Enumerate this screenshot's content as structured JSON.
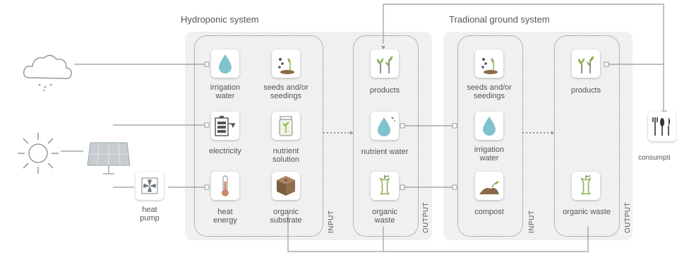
{
  "hydroponic": {
    "title": "Hydroponic system",
    "input_label": "INPUT",
    "output_label": "OUTPUT",
    "inputs": {
      "irrigation_water": "irrigation\nwater",
      "seeds": "seeds and/or\nseedings",
      "electricity": "electricity",
      "nutrient_solution": "nutrient\nsolution",
      "heat_energy": "heat\nenergy",
      "organic_substrate": "organic\nsubstrate"
    },
    "outputs": {
      "products": "products",
      "nutrient_water": "nutrient water",
      "organic_waste": "organic\nwaste"
    }
  },
  "traditional": {
    "title": "Tradional ground system",
    "input_label": "INPUT",
    "output_label": "OUTPUT",
    "inputs": {
      "seeds": "seeds and/or\nseedings",
      "irrigation_water": "irrigation\nwater",
      "compost": "compost"
    },
    "outputs": {
      "products": "products",
      "organic_waste": "organic waste"
    }
  },
  "external": {
    "heat_pump": "heat\npump",
    "consumption": "consumpti"
  },
  "colors": {
    "water": "#7fc3cf",
    "plant": "#8fb35a",
    "soil": "#8a6a4a",
    "line": "#9a9a9a"
  }
}
